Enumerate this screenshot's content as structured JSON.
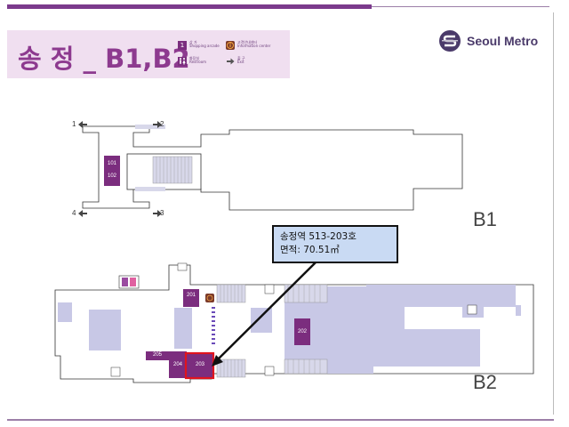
{
  "title": "송 정 _ B1,B2",
  "legend": {
    "shopping_num": "1",
    "shopping": "상 가\nShopping arcade",
    "info": "고객안내센터\nInformation center",
    "restroom": "화장실\nRestroom",
    "exit": "출 구\nExit"
  },
  "logo": {
    "name": "Seoul Metro"
  },
  "floors": {
    "b1": "B1",
    "b2": "B2"
  },
  "exits": {
    "e1": "1",
    "e2": "2",
    "e3": "3",
    "e4": "4"
  },
  "rooms": {
    "r101": "101",
    "r102": "102",
    "r201": "201",
    "r202": "202",
    "r203": "203",
    "r204": "204",
    "r205": "205"
  },
  "callout": {
    "line1": "송정역 513-203호",
    "line2": "면적: 70.51㎡"
  },
  "colors": {
    "brand_purple": "#8d3a8f",
    "room_purple": "#7b2d7e",
    "area_lavender": "#c8c8e6",
    "highlight_red": "#e0141e",
    "callout_bg": "#c9daf3"
  }
}
